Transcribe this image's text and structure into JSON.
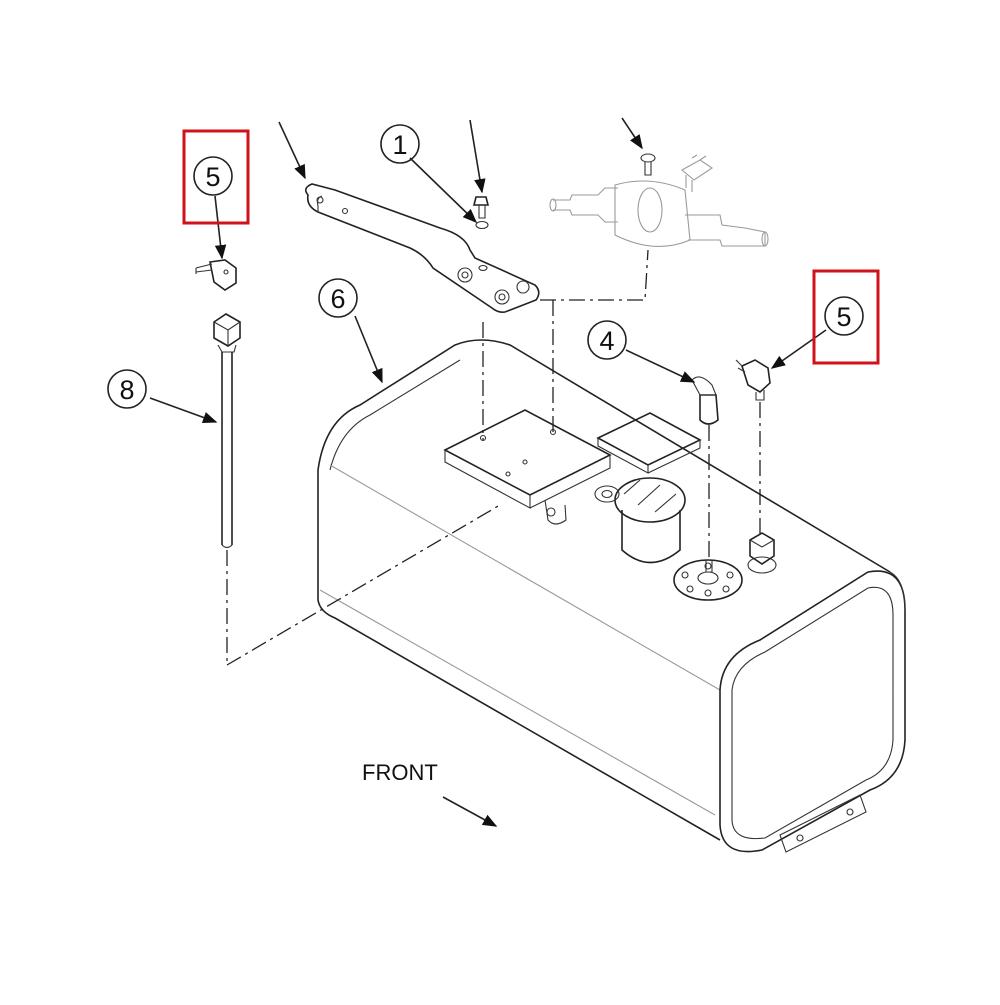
{
  "diagram": {
    "front_label": "FRONT",
    "highlight_color": "#d0121b",
    "line_color": "#222222",
    "callouts": [
      {
        "id": "c1",
        "label": "1",
        "highlighted": false
      },
      {
        "id": "c4",
        "label": "4",
        "highlighted": false
      },
      {
        "id": "c5a",
        "label": "5",
        "highlighted": true
      },
      {
        "id": "c5b",
        "label": "5",
        "highlighted": true
      },
      {
        "id": "c6",
        "label": "6",
        "highlighted": false
      },
      {
        "id": "c8",
        "label": "8",
        "highlighted": false
      }
    ]
  }
}
